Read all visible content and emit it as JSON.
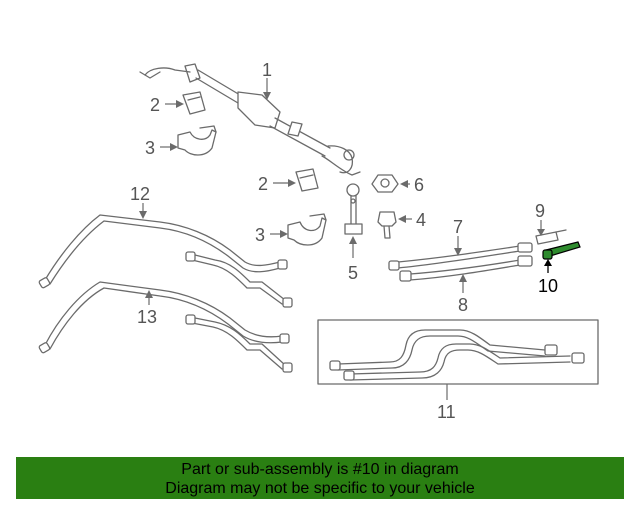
{
  "callouts": {
    "c1": "1",
    "c2a": "2",
    "c2b": "2",
    "c3a": "3",
    "c3b": "3",
    "c4": "4",
    "c5": "5",
    "c6": "6",
    "c7": "7",
    "c8": "8",
    "c9": "9",
    "c10": "10",
    "c11": "11",
    "c12": "12",
    "c13": "13"
  },
  "banner": {
    "line1": "Part or sub-assembly is #10 in diagram",
    "line2": "Diagram may not be specific to your vehicle"
  },
  "colors": {
    "banner_bg": "#2a7f12",
    "highlight_part": "#2e8b2e",
    "line_art": "#6b6b6b"
  }
}
